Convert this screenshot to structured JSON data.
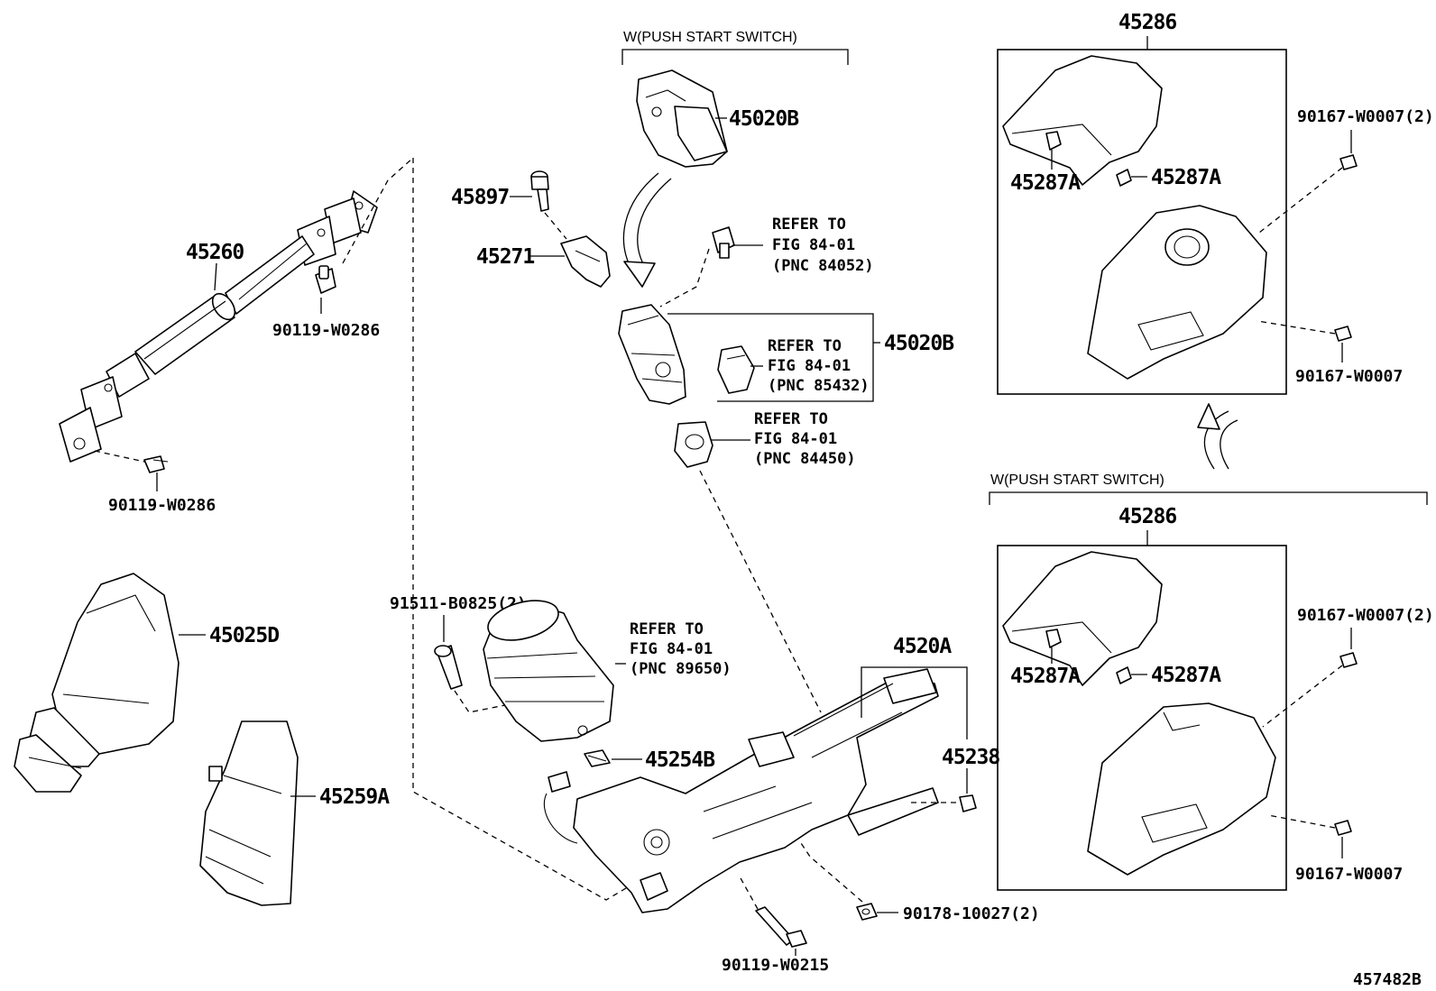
{
  "labels": {
    "p45286_top": "45286",
    "p45286_bottom": "45286",
    "p45020B_top": "45020B",
    "p45020B_mid": "45020B",
    "p45897": "45897",
    "p45271": "45271",
    "p45260": "45260",
    "p90119_w0286_a": "90119-W0286",
    "p90119_w0286_b": "90119-W0286",
    "p45025D": "45025D",
    "p45259A": "45259A",
    "p91511": "91511-B0825(2)",
    "p45254B": "45254B",
    "p4520A": "4520A",
    "p45238": "45238",
    "p90119_w0215": "90119-W0215",
    "p90178": "90178-10027(2)",
    "p45287A_1": "45287A",
    "p45287A_2": "45287A",
    "p45287A_3": "45287A",
    "p45287A_4": "45287A",
    "p90167_w0007_2_top": "90167-W0007(2)",
    "p90167_w0007_top": "90167-W0007",
    "p90167_w0007_2_bottom": "90167-W0007(2)",
    "p90167_w0007_bottom": "90167-W0007",
    "diagram_id": "457482B"
  },
  "notes": {
    "push_start_top": "W(PUSH START SWITCH)",
    "push_start_right": "W(PUSH START SWITCH)"
  },
  "refs": {
    "ref_84052": {
      "line1": "REFER TO",
      "line2": "FIG 84-01",
      "line3": "(PNC 84052)"
    },
    "ref_85432": {
      "line1": "REFER TO",
      "line2": "FIG 84-01",
      "line3": "(PNC 85432)"
    },
    "ref_84450": {
      "line1": "REFER TO",
      "line2": "FIG 84-01",
      "line3": "(PNC 84450)"
    },
    "ref_89650": {
      "line1": "REFER TO",
      "line2": "FIG 84-01",
      "line3": "(PNC 89650)"
    }
  }
}
